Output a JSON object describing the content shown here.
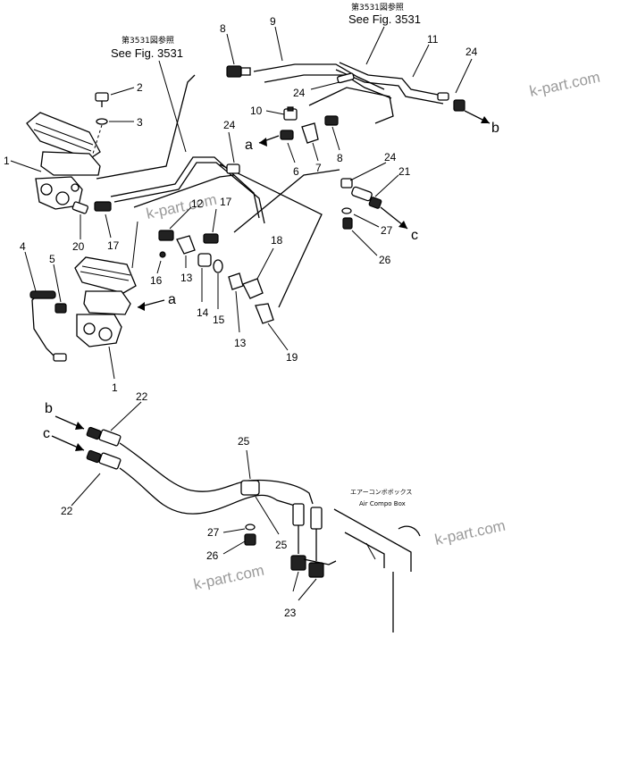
{
  "references": [
    {
      "jp": "第3531図参照",
      "en": "See Fig. 3531"
    },
    {
      "jp": "第3531図参照",
      "en": "See Fig. 3531"
    }
  ],
  "box_label": {
    "jp": "エアーコンボボックス",
    "en": "Air Compo Box"
  },
  "watermark": "k-part.com",
  "part_numbers": [
    "1",
    "2",
    "3",
    "4",
    "5",
    "6",
    "7",
    "8",
    "9",
    "10",
    "11",
    "12",
    "13",
    "14",
    "15",
    "16",
    "17",
    "18",
    "19",
    "20",
    "21",
    "22",
    "23",
    "24",
    "25",
    "26",
    "27"
  ],
  "connection_letters": [
    "a",
    "b",
    "c"
  ]
}
